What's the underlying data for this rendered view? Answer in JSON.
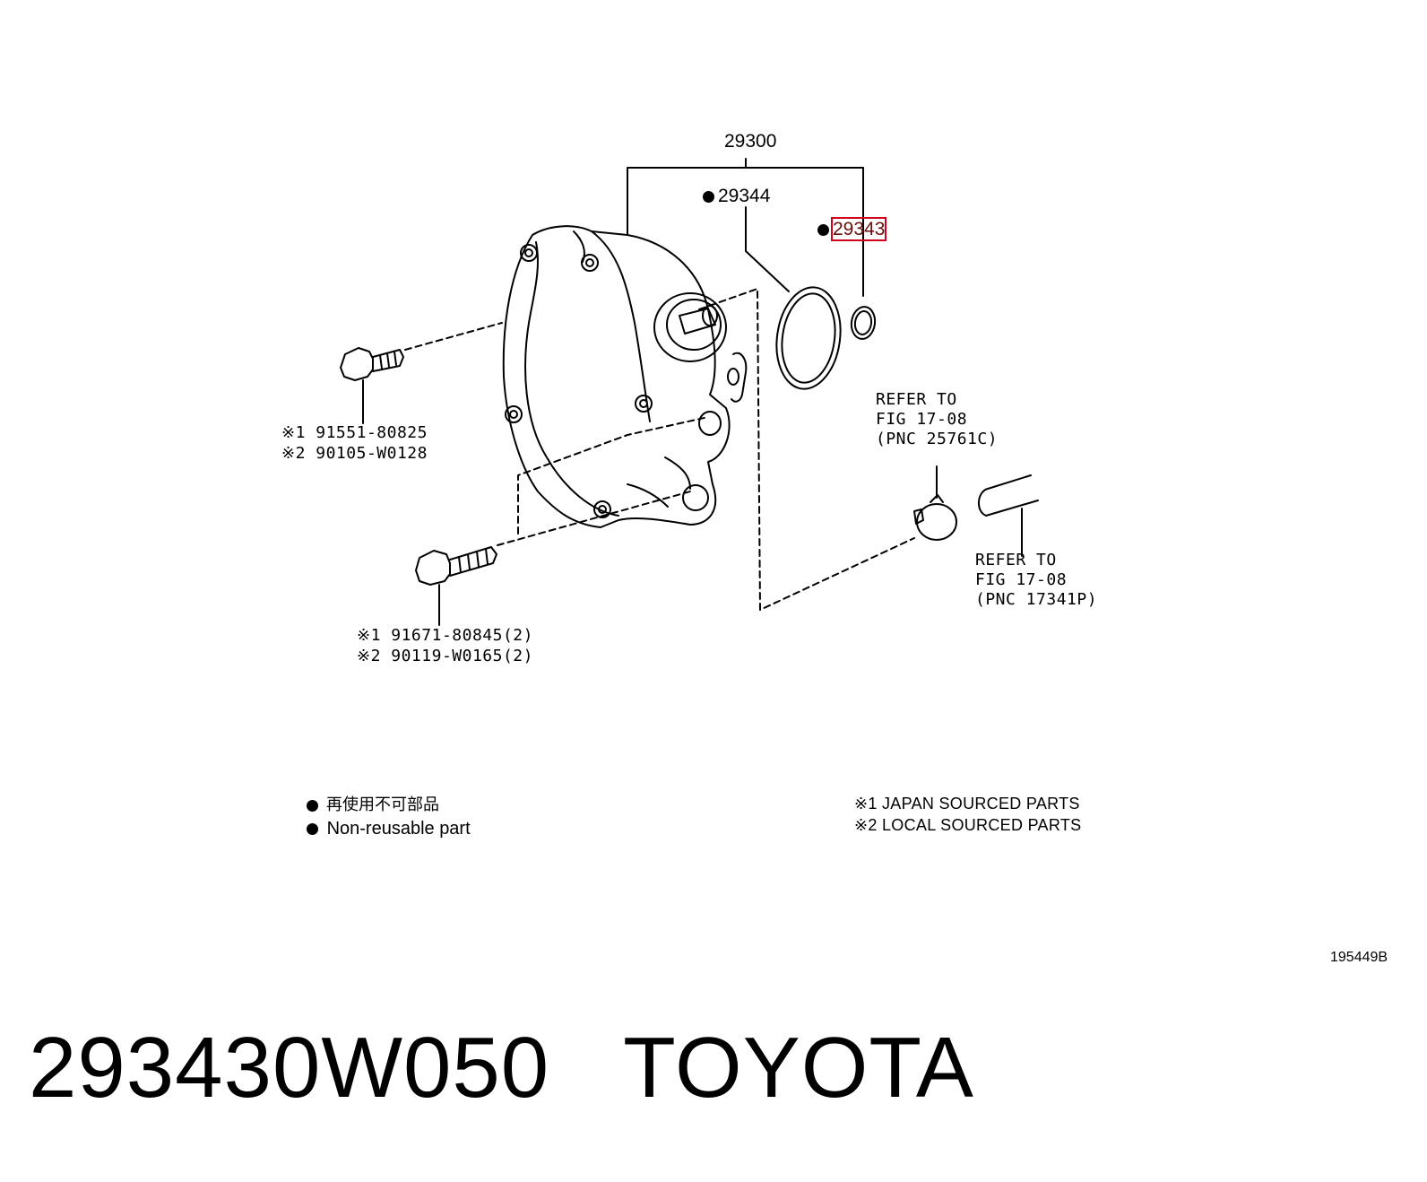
{
  "parts": {
    "assembly": "29300",
    "oring_large": "29344",
    "oring_small": "29343",
    "bolt_upper_line1": "※1 91551-80825",
    "bolt_upper_line2": "※2 90105-W0128",
    "bolt_lower_line1": "※1 91671-80845(2)",
    "bolt_lower_line2": "※2 90119-W0165(2)"
  },
  "refs": {
    "clamp_line1": "REFER TO",
    "clamp_line2": "FIG 17-08",
    "clamp_line3": "(PNC 25761C)",
    "hose_line1": "REFER TO",
    "hose_line2": "FIG 17-08",
    "hose_line3": "(PNC 17341P)"
  },
  "legend": {
    "nonreusable_jp": "再使用不可部品",
    "nonreusable_en": "Non-reusable part",
    "japan_parts": "※1 JAPAN SOURCED PARTS",
    "local_parts": "※2 LOCAL SOURCED PARTS"
  },
  "figure_number": "195449B",
  "footer": {
    "part_number": "293430W050",
    "brand": "TOYOTA"
  },
  "colors": {
    "line": "#000000",
    "highlight": "#d0021b"
  }
}
